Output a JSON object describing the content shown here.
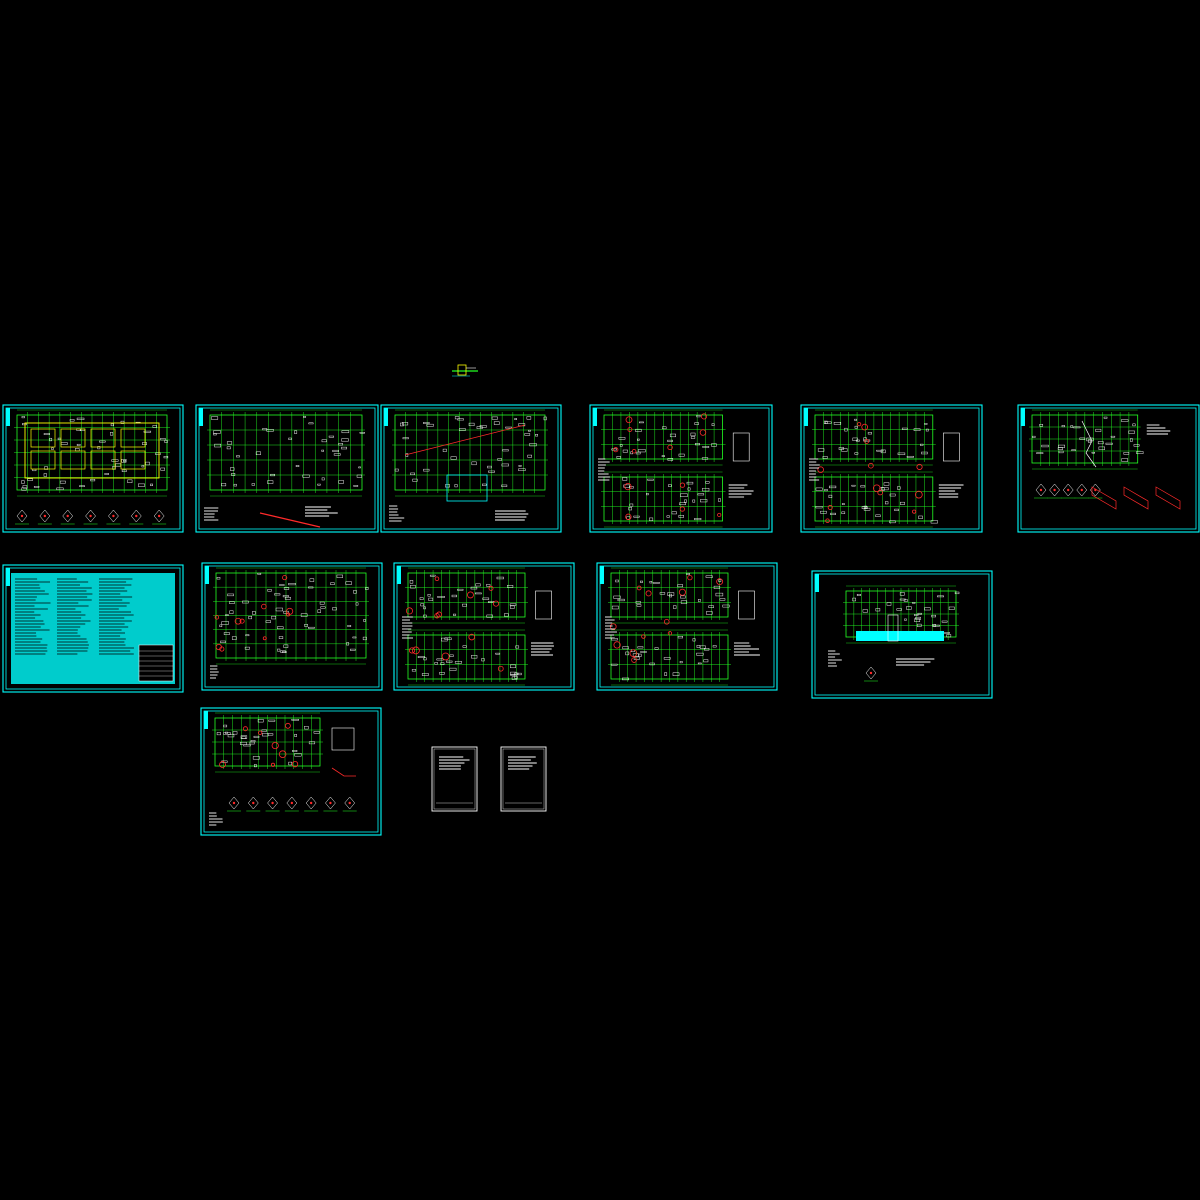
{
  "viewer": {
    "background": "#000000",
    "colors": {
      "frame": "#00ffff",
      "grid": "#22ff22",
      "detail": "#ffffff",
      "accent": "#ff2a2a",
      "highlight": "#ffff00",
      "notes": "#00cccc"
    }
  },
  "sheets": [
    {
      "id": "sheet-1",
      "kind": "foundation-plan"
    },
    {
      "id": "sheet-2",
      "kind": "beam-plan"
    },
    {
      "id": "sheet-3",
      "kind": "roof-plan"
    },
    {
      "id": "sheet-4",
      "kind": "double-plan"
    },
    {
      "id": "sheet-5",
      "kind": "double-plan"
    },
    {
      "id": "sheet-6",
      "kind": "stair-details"
    },
    {
      "id": "sheet-7",
      "kind": "general-notes"
    },
    {
      "id": "sheet-8",
      "kind": "column-plan"
    },
    {
      "id": "sheet-9",
      "kind": "double-plan"
    },
    {
      "id": "sheet-10",
      "kind": "double-plan"
    },
    {
      "id": "sheet-11",
      "kind": "partial-plan"
    },
    {
      "id": "sheet-12",
      "kind": "plan-with-details"
    },
    {
      "id": "sheet-13",
      "kind": "cover-list"
    },
    {
      "id": "sheet-14",
      "kind": "cover-list"
    }
  ],
  "symbol": {
    "kind": "north-arrow"
  }
}
